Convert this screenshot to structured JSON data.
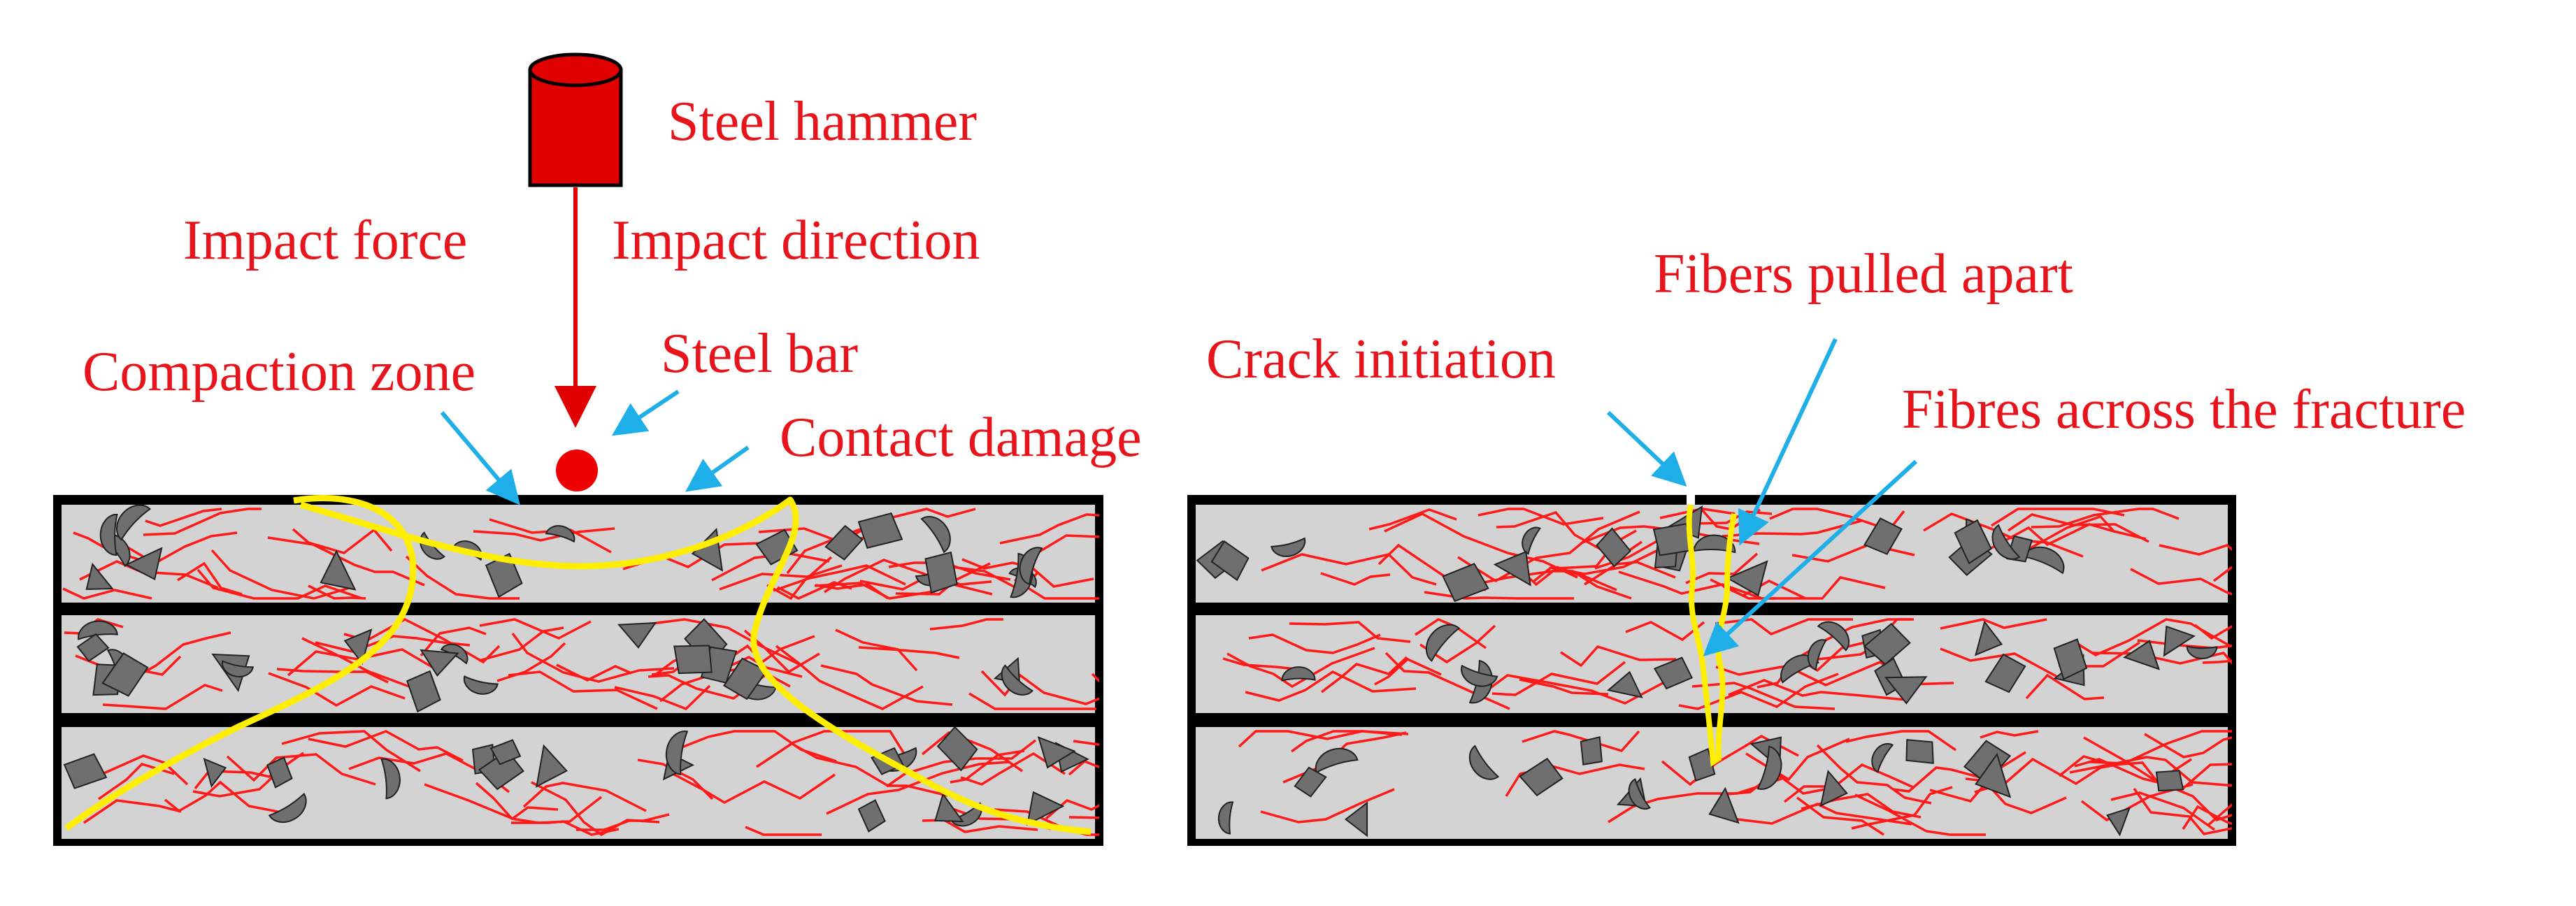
{
  "labels": {
    "steel_hammer": "Steel hammer",
    "impact_force": "Impact force",
    "impact_direction": "Impact direction",
    "steel_bar": "Steel bar",
    "compaction_zone": "Compaction zone",
    "contact_damage": "Contact damage",
    "crack_initiation": "Crack initiation",
    "fibers_pulled_apart": "Fibers pulled apart",
    "fibres_across_fracture": "Fibres across the fracture"
  },
  "colors": {
    "label": "#e8141c",
    "fiber": "#ff1a1a",
    "aggregate": "#6f6f6f",
    "matrix": "#d3d3d3",
    "damage_outline": "#ffee00",
    "pointer_arrow": "#1eaee8",
    "hammer": "#e00000"
  }
}
